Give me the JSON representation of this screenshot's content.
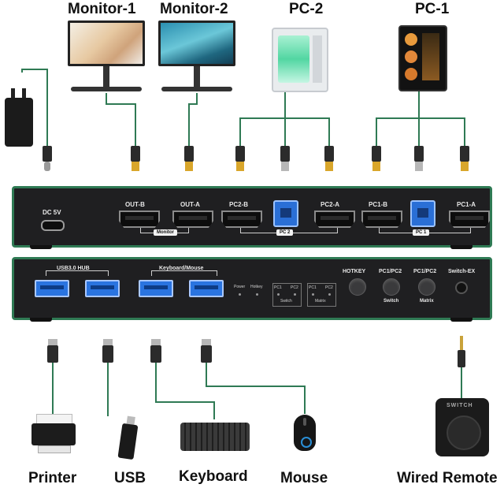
{
  "titles": {
    "monitor1": "Monitor-1",
    "monitor2": "Monitor-2",
    "pc2": "PC-2",
    "pc1": "PC-1"
  },
  "rear_panel": {
    "dc_label": "DC 5V",
    "ports": [
      "OUT-B",
      "OUT-A",
      "PC2-B",
      "PC2-A",
      "PC1-B",
      "PC1-A"
    ],
    "groups": {
      "monitor": "Monitor",
      "pc2": "PC 2",
      "pc1": "PC 1"
    }
  },
  "front_panel": {
    "usb_hub_label": "USB3.0 HUB",
    "keyboard_mouse_label": "Keyboard/Mouse",
    "indicators": {
      "power": "Power",
      "hotkey": "Hotkey"
    },
    "switch_group": {
      "pc1": "PC1",
      "pc2": "PC2",
      "label": "Switch"
    },
    "matrix_group": {
      "pc1": "PC1",
      "pc2": "PC2",
      "label": "Matrix"
    },
    "buttons": {
      "hotkey": "HOTKEY",
      "switch_top": "PC1/PC2",
      "switch_bottom": "Switch",
      "matrix_top": "PC1/PC2",
      "matrix_bottom": "Matrix",
      "switch_ex": "Switch-EX"
    }
  },
  "devices": {
    "printer": "Printer",
    "usb": "USB",
    "keyboard": "Keyboard",
    "mouse": "Mouse",
    "remote": "Wired Remote",
    "remote_badge": "SWITCH"
  },
  "colors": {
    "connector_line": "#2f7a54",
    "panel": "#1f1f21",
    "usb_port": "#2a74e0"
  }
}
